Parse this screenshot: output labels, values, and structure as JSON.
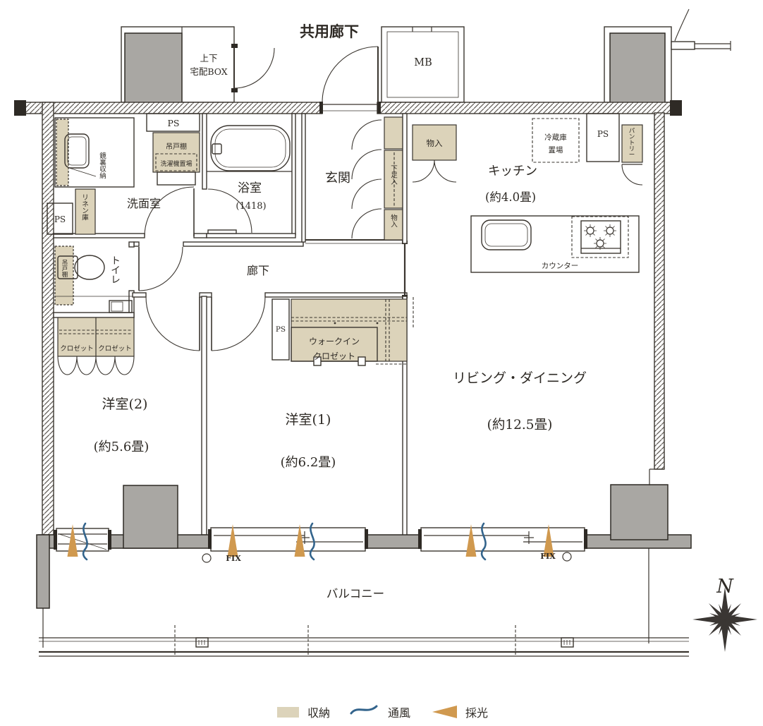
{
  "t": {
    "common_corridor": "共用廊下",
    "delivery_upper": "上下",
    "delivery_lower": "宅配BOX",
    "mb": "MB",
    "ps": "PS",
    "hanging_cupboard": "吊戸棚",
    "washer_space": "洗濯機置場",
    "mirror_storage": "鏡裏収納",
    "linen": "リネン庫",
    "washroom": "洗面室",
    "bathroom": "浴室",
    "bathroom_size": "(1418)",
    "entrance": "玄関",
    "shoe_storage": "下足入",
    "storage": "物入",
    "kitchen": "キッチン",
    "kitchen_size": "(約4.0畳)",
    "fridge_upper": "冷蔵庫",
    "fridge_lower": "置場",
    "pantry": "パントリー",
    "counter": "カウンター",
    "toilet": "トイレ",
    "hallway": "廊下",
    "closet": "クロゼット",
    "wic_upper": "ウォークイン",
    "wic_lower": "クロゼット",
    "bedroom2": "洋室(2)",
    "bedroom2_size": "(約5.6畳)",
    "bedroom1": "洋室(1)",
    "bedroom1_size": "(約6.2畳)",
    "living": "リビング・ダイニング",
    "living_size": "(約12.5畳)",
    "fix": "FIX",
    "balcony": "バルコニー",
    "north": "N"
  },
  "legend": {
    "storage": "収納",
    "ventilation": "通風",
    "daylight": "採光"
  },
  "colors": {
    "storage_fill": "#dcd3ba",
    "wall_gray": "#a9a7a3",
    "daylight_orange": "#d0994f",
    "ventilation_blue": "#33648c",
    "line": "#3a352f"
  }
}
